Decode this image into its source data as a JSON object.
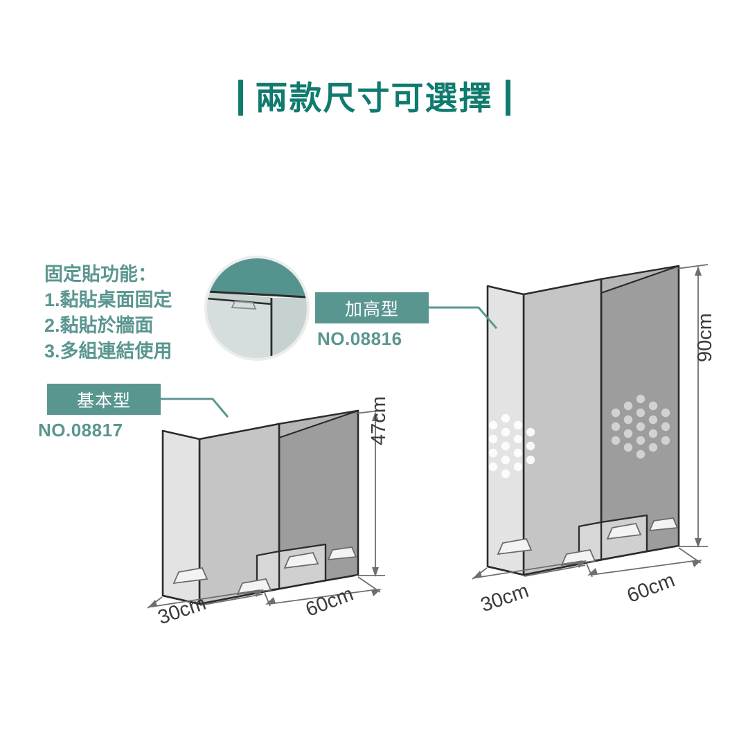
{
  "page": {
    "background_color": "#ffffff",
    "title": "兩款尺寸可選擇",
    "accent_dark": "#0f7b6e",
    "accent_teal": "#5a9690",
    "line_color": "#2b2b2b"
  },
  "features": {
    "heading": "固定貼功能：",
    "items": [
      "1.黏貼桌面固定",
      "2.黏貼於牆面",
      "3.多組連結使用"
    ]
  },
  "products": {
    "basic": {
      "label": "基本型",
      "model_no": "NO.08817",
      "depth": "30cm",
      "width": "60cm",
      "height": "47cm"
    },
    "tall": {
      "label": "加高型",
      "model_no": "NO.08816",
      "depth": "30cm",
      "width": "60cm",
      "height": "90cm"
    }
  },
  "detail_inset": {
    "caption": "adhesive-mount-closeup",
    "desk_color": "#55948e",
    "panel_color": "#c6d2d0"
  },
  "panel_shades": {
    "light": "#e2e3e2",
    "medium": "#c4c5c4",
    "dark": "#9d9d9d"
  }
}
